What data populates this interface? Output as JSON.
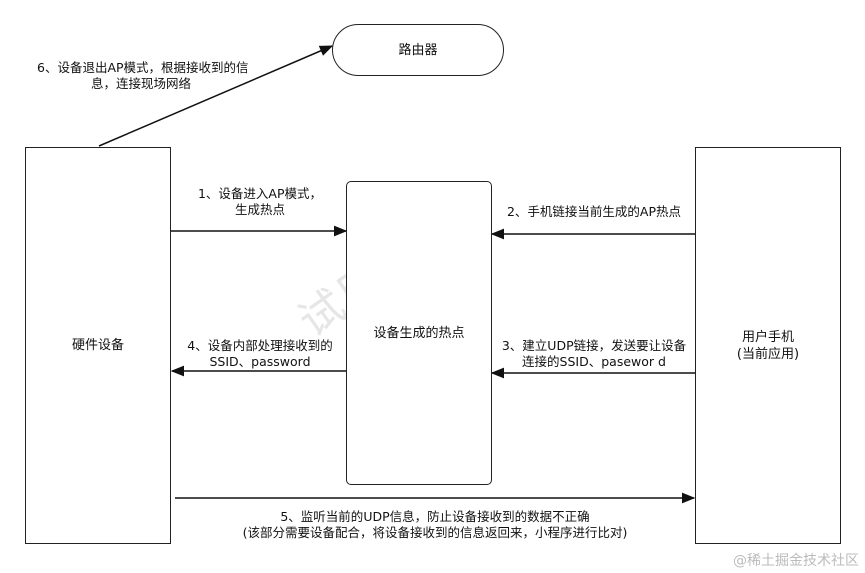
{
  "nodes": {
    "router": "路由器",
    "hardware": "硬件设备",
    "hotspot": "设备生成的热点",
    "phone": [
      "用户手机",
      "(当前应用)"
    ]
  },
  "edges": {
    "step1": [
      "1、设备进入AP模式，",
      "生成热点"
    ],
    "step2": "2、手机链接当前生成的AP热点",
    "step3": [
      "3、建立UDP链接，发送要让设备",
      "连接的SSID、pasewor d"
    ],
    "step4": [
      "4、设备内部处理接收到的",
      "SSID、password"
    ],
    "step5": [
      "5、监听当前的UDP信息，防止设备接收到的数据不正确",
      "(该部分需要设备配合，将设备接收到的信息返回来，小程序进行比对)"
    ],
    "step6": [
      "6、设备退出AP模式，根据接收到的信",
      "息，连接现场网络"
    ]
  },
  "watermark": "试用水印",
  "credit": "@稀土掘金技术社区"
}
